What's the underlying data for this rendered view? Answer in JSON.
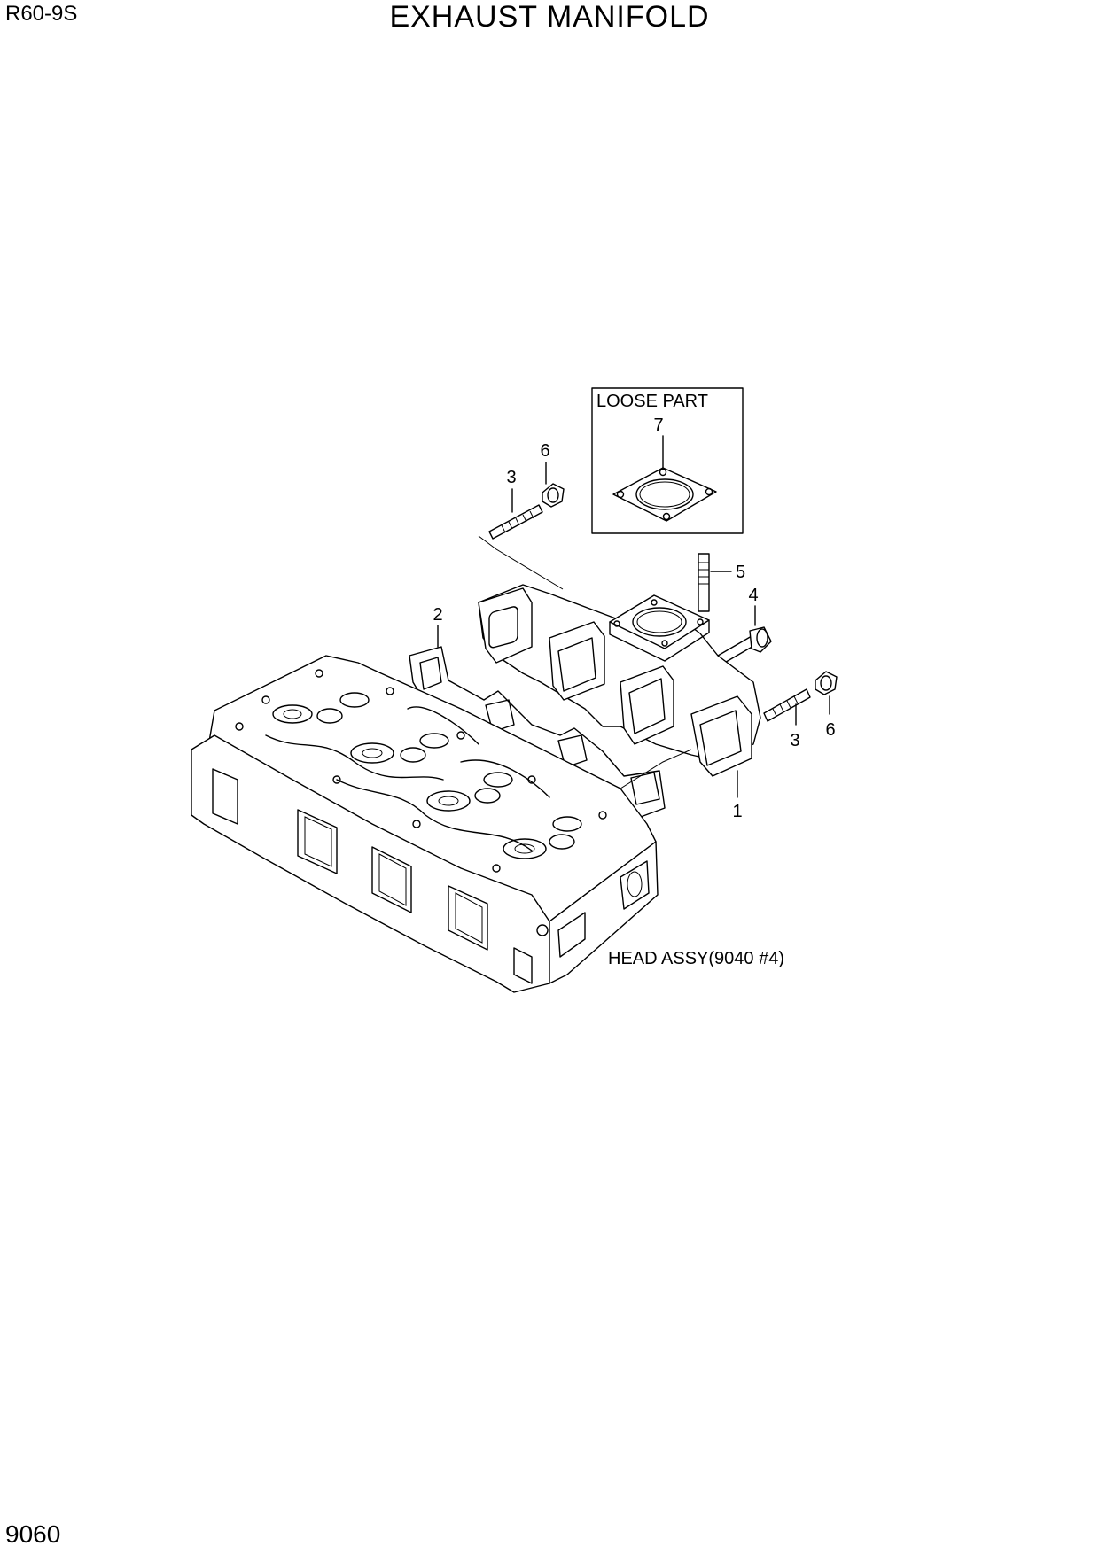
{
  "header": {
    "model": "R60-9S",
    "title": "EXHAUST MANIFOLD"
  },
  "footer": {
    "page_number": "9060"
  },
  "loose_part_box": {
    "label": "LOOSE PART"
  },
  "callouts": {
    "c1": "1",
    "c2": "2",
    "c3a": "3",
    "c3b": "3",
    "c4": "4",
    "c5": "5",
    "c6a": "6",
    "c6b": "6",
    "c7": "7"
  },
  "reference": {
    "head_assy": "HEAD ASSY(9040 #4)"
  }
}
